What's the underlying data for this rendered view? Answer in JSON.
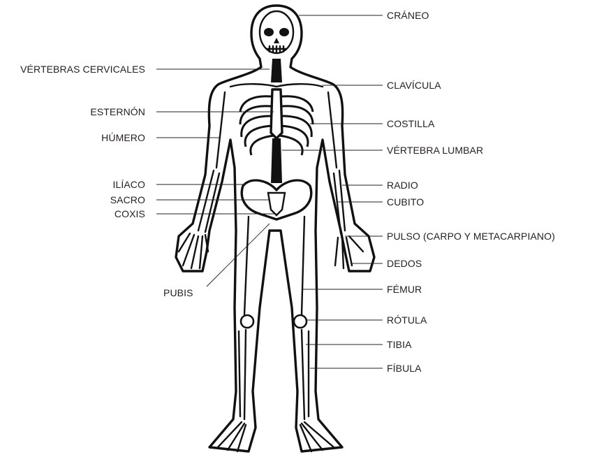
{
  "diagram": {
    "labels": {
      "craneo": "CRÁNEO",
      "vertebras_cervicales": "VÉRTEBRAS CERVICALES",
      "clavicula": "CLAVÍCULA",
      "esternon": "ESTERNÓN",
      "costilla": "COSTILLA",
      "humero": "HÚMERO",
      "vertebra_lumbar": "VÉRTEBRA LUMBAR",
      "iliaco": "ILÍACO",
      "radio": "RADIO",
      "sacro": "SACRO",
      "cubito": "CUBITO",
      "coxis": "COXIS",
      "pulso": "PULSO (CARPO Y METACARPIANO)",
      "dedos": "DEDOS",
      "pubis": "PUBIS",
      "femur": "FÉMUR",
      "rotula": "RÓTULA",
      "tibia": "TIBIA",
      "fibula": "FÍBULA"
    }
  }
}
